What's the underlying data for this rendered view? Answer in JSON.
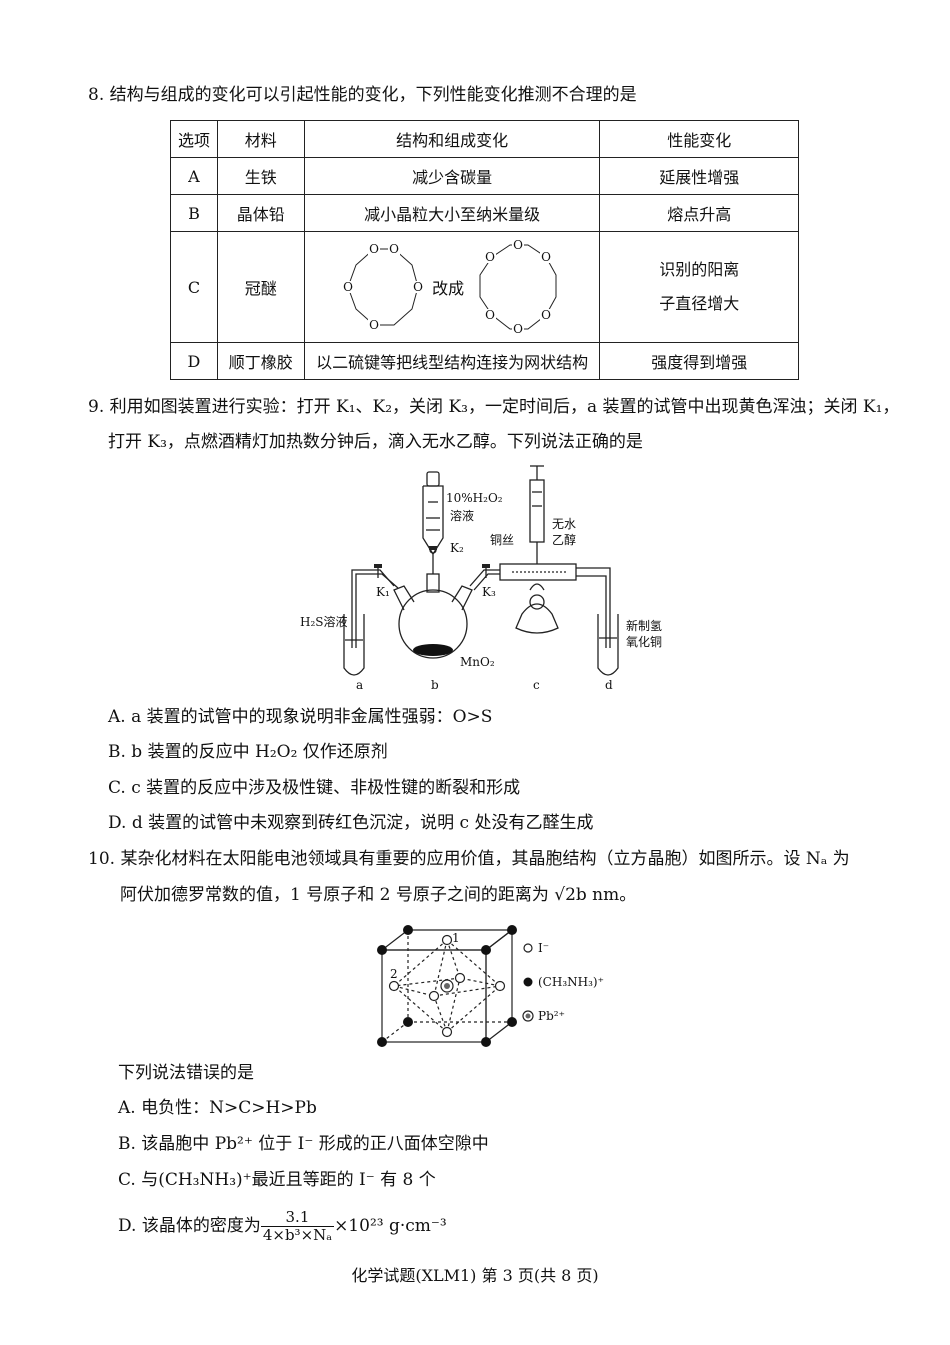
{
  "q8": {
    "stem": "8. 结构与组成的变化可以引起性能的变化，下列性能变化推测不合理的是",
    "headers": [
      "选项",
      "材料",
      "结构和组成变化",
      "性能变化"
    ],
    "rowA": [
      "A",
      "生铁",
      "减少含碳量",
      "延展性增强"
    ],
    "rowB": [
      "B",
      "晶体铅",
      "减小晶粒大小至纳米量级",
      "熔点升高"
    ],
    "rowC": {
      "option": "C",
      "material": "冠醚",
      "change_word": "改成",
      "perf_line1": "识别的阳离",
      "perf_line2": "子直径增大"
    },
    "rowD": [
      "D",
      "顺丁橡胶",
      "以二硫键等把线型结构连接为网状结构",
      "强度得到增强"
    ],
    "crown_atom": "O"
  },
  "q9": {
    "stem_line1": "9. 利用如图装置进行实验：打开 K₁、K₂，关闭 K₃，一定时间后，a 装置的试管中出现黄色浑浊；关闭 K₁，",
    "stem_line2": "打开 K₃，点燃酒精灯加热数分钟后，滴入无水乙醇。下列说法正确的是",
    "figure": {
      "h2o2_label1": "10%H₂O₂",
      "h2o2_label2": "溶液",
      "k2": "K₂",
      "k1": "K₁",
      "k3": "K₃",
      "copper": "铜丝",
      "ethanol1": "无水",
      "ethanol2": "乙醇",
      "h2s": "H₂S溶液",
      "mno2": "MnO₂",
      "cuoh1": "新制氢",
      "cuoh2": "氧化铜",
      "a": "a",
      "b": "b",
      "c": "c",
      "d": "d"
    },
    "options": [
      "A. a 装置的试管中的现象说明非金属性强弱：O>S",
      "B. b 装置的反应中 H₂O₂ 仅作还原剂",
      "C. c 装置的反应中涉及极性键、非极性键的断裂和形成",
      "D. d 装置的试管中未观察到砖红色沉淀，说明 c 处没有乙醛生成"
    ]
  },
  "q10": {
    "stem_line1": "10. 某杂化材料在太阳能电池领域具有重要的应用价值，其晶胞结构（立方晶胞）如图所示。设 Nₐ 为",
    "stem_line2": "阿伏加德罗常数的值，1 号原子和 2 号原子之间的距离为 √2b nm。",
    "figure": {
      "label1": "1",
      "label2": "2",
      "legend_i": "I⁻",
      "legend_ch3nh3": "(CH₃NH₃)⁺",
      "legend_pb": "Pb²⁺"
    },
    "question": "下列说法错误的是",
    "optA": "A. 电负性：N>C>H>Pb",
    "optB": "B. 该晶胞中 Pb²⁺ 位于 I⁻ 形成的正八面体空隙中",
    "optC": "C. 与(CH₃NH₃)⁺最近且等距的 I⁻ 有 8 个",
    "optD_prefix": "D. 该晶体的密度为",
    "optD_num": "3.1",
    "optD_den": "4×b³×Nₐ",
    "optD_suffix": "×10²³ g·cm⁻³"
  },
  "footer": "化学试题(XLM1) 第 3 页(共 8 页)"
}
